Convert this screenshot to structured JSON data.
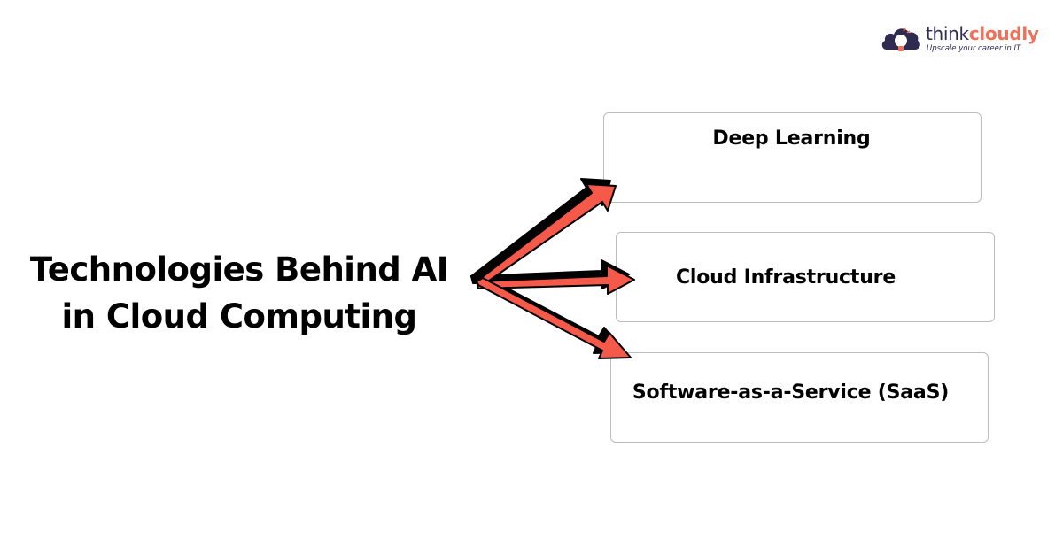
{
  "brand": {
    "name_part1": "think",
    "name_part2": "cloudly",
    "tagline": "Upscale your career in IT",
    "logo_icon": "cloud-lightbulb-icon",
    "colors": {
      "navy": "#2f2a4f",
      "coral": "#f0705a"
    }
  },
  "diagram": {
    "title_line1": "Technologies Behind AI",
    "title_line2": "in Cloud Computing",
    "arrow_color": "#f4594a",
    "arrow_shadow_color": "#000000",
    "items": [
      {
        "label": "Deep Learning"
      },
      {
        "label": "Cloud Infrastructure"
      },
      {
        "label": "Software-as-a-Service (SaaS)"
      }
    ]
  }
}
